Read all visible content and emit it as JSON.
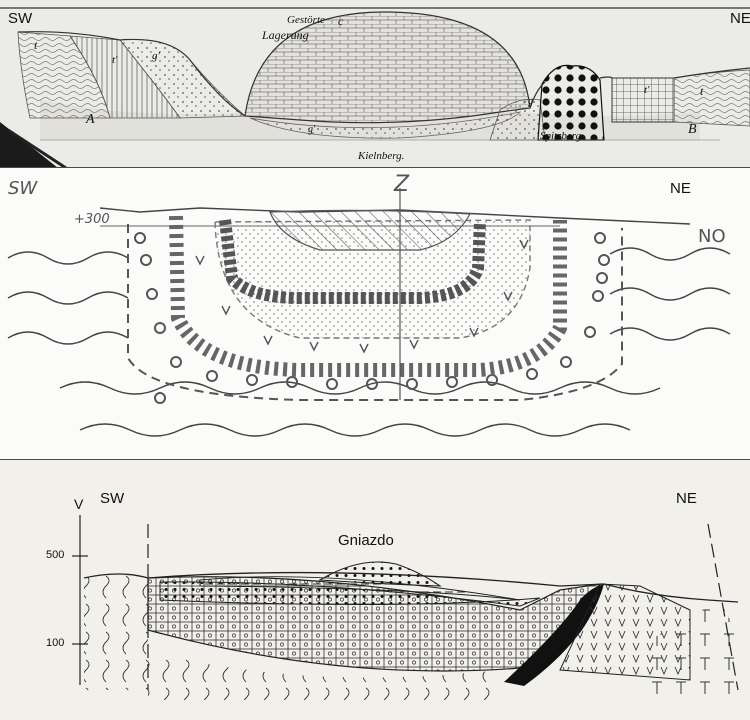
{
  "panel1": {
    "sw": "SW",
    "ne": "NE",
    "title_line1": "Gestörte",
    "title_line2": "Lagerung",
    "c": "c",
    "t": "t",
    "t2": "t",
    "t_prime": "t'",
    "g_prime": "g'",
    "g": "g",
    "a": "A",
    "b": "B",
    "hill_name": "Kielnberg.",
    "peak_name": "Spitzberg."
  },
  "panel2": {
    "sw": "SW",
    "ne": "NE",
    "z": "Z",
    "level": "+300",
    "no": "NO"
  },
  "panel3": {
    "sw": "SW",
    "ne": "NE",
    "v": "V",
    "nest": "Gniazdo",
    "tick_500": "500",
    "tick_100": "100"
  }
}
